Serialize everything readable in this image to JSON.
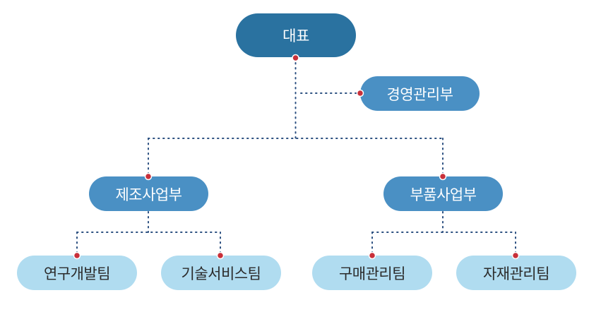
{
  "org_chart": {
    "root": {
      "label": "대표"
    },
    "staff": {
      "label": "경영관리부"
    },
    "divisions": [
      {
        "label": "제조사업부",
        "teams": [
          {
            "label": "연구개발팀"
          },
          {
            "label": "기술서비스팀"
          }
        ]
      },
      {
        "label": "부품사업부",
        "teams": [
          {
            "label": "구매관리팀"
          },
          {
            "label": "자재관리팀"
          }
        ]
      }
    ]
  },
  "colors": {
    "root": "#2a72a0",
    "division": "#4a90c4",
    "team": "#b0dcf0",
    "connector": "#2b4f80",
    "connector_dot": "#c8303a"
  }
}
